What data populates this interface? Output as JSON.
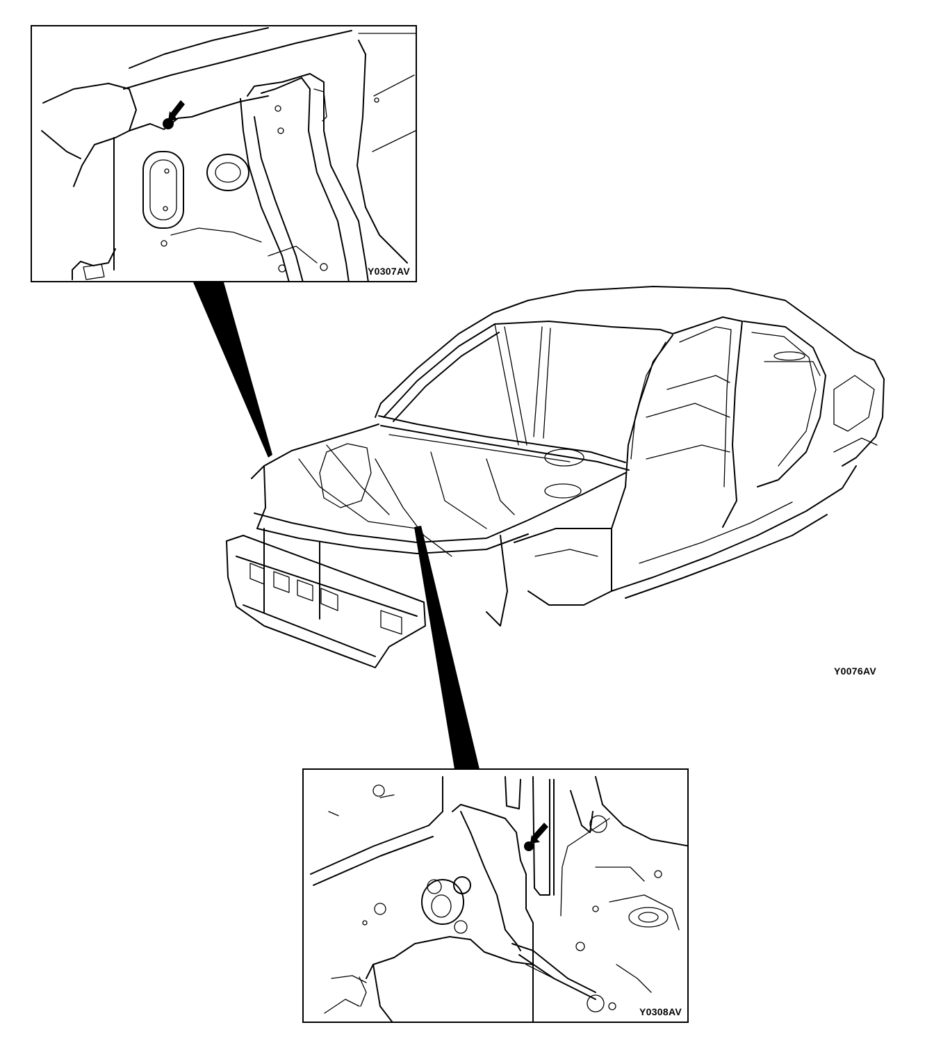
{
  "figure": {
    "main_code": "Y0076AV",
    "inset_top_code": "Y0307AV",
    "inset_bottom_code": "Y0308AV"
  }
}
